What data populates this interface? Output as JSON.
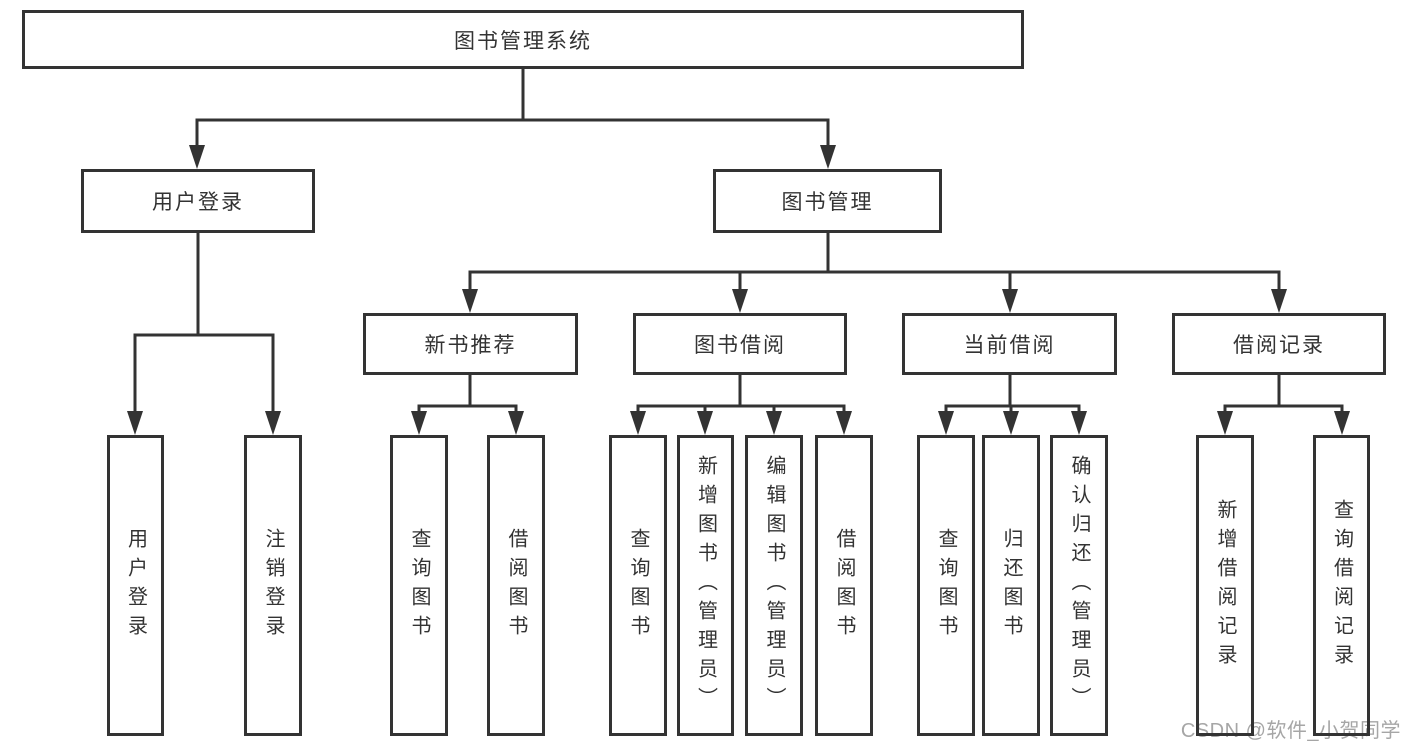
{
  "diagram": {
    "root": "图书管理系统",
    "level2": [
      "用户登录",
      "图书管理"
    ],
    "level3": [
      "新书推荐",
      "图书借阅",
      "当前借阅",
      "借阅记录"
    ],
    "login_children": [
      "用户登录",
      "注销登录"
    ],
    "newbook_children": [
      "查询图书",
      "借阅图书"
    ],
    "borrow_children": [
      "查询图书",
      "新增图书（管理员）",
      "编辑图书（管理员）",
      "借阅图书"
    ],
    "current_children": [
      "查询图书",
      "归还图书",
      "确认归还（管理员）"
    ],
    "records_children": [
      "新增借阅记录",
      "查询借阅记录"
    ],
    "colors": {
      "line": "#333333",
      "text": "#333333",
      "watermark": "#a6a6a6",
      "background": "#ffffff"
    }
  },
  "watermark": "CSDN @软件_小贺同学"
}
